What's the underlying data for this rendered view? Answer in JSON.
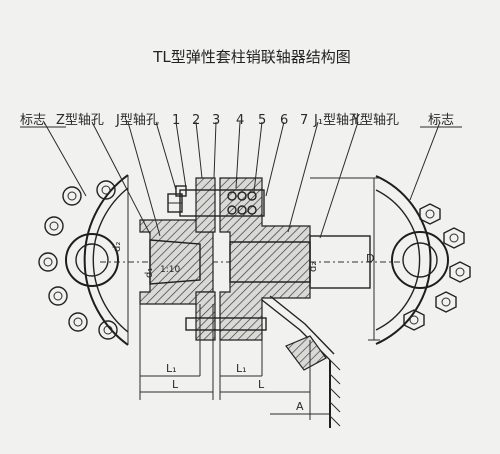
{
  "diagram": {
    "title": "TL型弹性套柱销联轴器结构图",
    "labels": {
      "mark_left": "标志",
      "z_bore": "Z型轴孔",
      "j_bore": "J型轴孔",
      "n1": "1",
      "n2": "2",
      "n3": "3",
      "n4": "4",
      "n5": "5",
      "n6": "6",
      "n7": "7",
      "j1_bore": "J₁型轴孔",
      "y_bore": "Y型轴孔",
      "mark_right": "标志"
    },
    "dimensions": {
      "d2": "d₂",
      "d1": "d₁",
      "d_z": "d₂",
      "taper": "1:10",
      "big_d": "D",
      "l1_left": "L₁",
      "l_left": "L",
      "l1_right": "L₁",
      "l_right": "L",
      "a": "A"
    }
  }
}
